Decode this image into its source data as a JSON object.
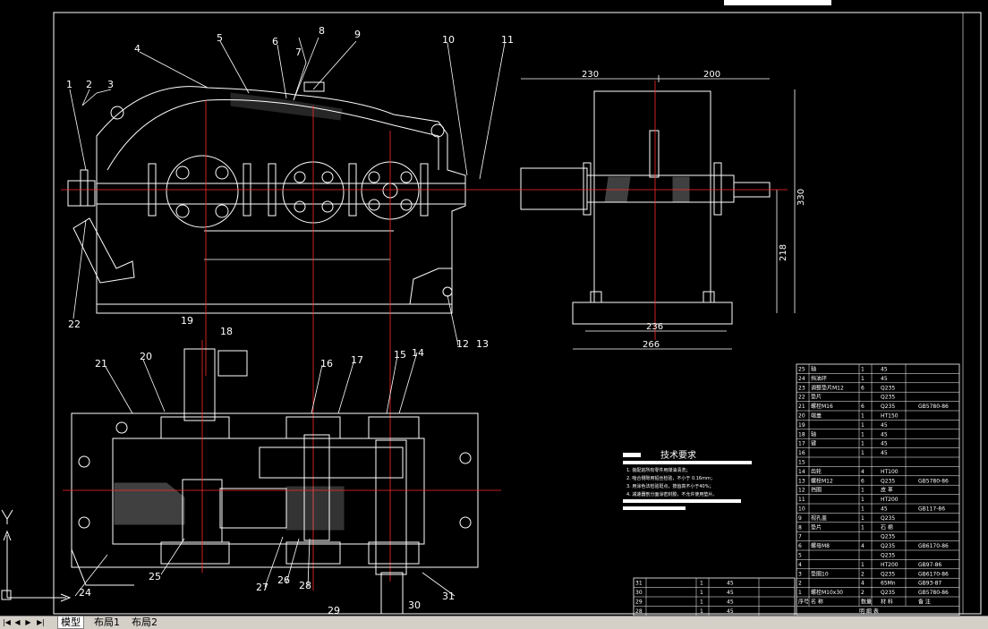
{
  "drawing": {
    "callouts": [
      "1",
      "2",
      "3",
      "4",
      "5",
      "6",
      "7",
      "8",
      "9",
      "10",
      "11",
      "12",
      "13",
      "14",
      "15",
      "16",
      "17",
      "18",
      "19",
      "20",
      "21",
      "22",
      "24",
      "25",
      "26",
      "27",
      "28",
      "29",
      "30",
      "31"
    ],
    "side_view_dims": {
      "left_width": "230",
      "right_width": "200",
      "total_height": "330",
      "shaft_height": "218",
      "base_inner": "236",
      "base_outer": "266"
    },
    "tech_title": "技术要求",
    "tech_notes": [
      "1. 装配前所有零件用煤油清洗；",
      "2. 啮合侧隙用铅丝检验，不小于 0.16mm；",
      "3. 用涂色法检验斑点，按齿高不小于40%；",
      "4. 减速器剖分面涂密封胶，不允许使用垫片。"
    ]
  },
  "bom_right": [
    [
      "25",
      "轴",
      "1",
      "45",
      ""
    ],
    [
      "24",
      "挡油环",
      "1",
      "45",
      ""
    ],
    [
      "23",
      "调整垫片M12",
      "6",
      "Q235",
      ""
    ],
    [
      "22",
      "垫片",
      "",
      "Q235",
      ""
    ],
    [
      "21",
      "螺栓M16",
      "6",
      "Q235",
      "GB5780-86"
    ],
    [
      "20",
      "端盖",
      "1",
      "HT150",
      ""
    ],
    [
      "19",
      "",
      "1",
      "45",
      ""
    ],
    [
      "18",
      "轴",
      "1",
      "45",
      ""
    ],
    [
      "17",
      "键",
      "1",
      "45",
      ""
    ],
    [
      "16",
      "",
      "1",
      "45",
      ""
    ],
    [
      "15",
      "",
      "",
      "",
      " "
    ],
    [
      "14",
      "齿轮",
      "4",
      "HT100",
      ""
    ],
    [
      "13",
      "螺栓M12",
      "6",
      "Q235",
      "GB5780-86"
    ],
    [
      "12",
      "挡圈",
      "1",
      "皮 革",
      ""
    ],
    [
      "11",
      "",
      "1",
      "HT200",
      ""
    ],
    [
      "10",
      "",
      "1",
      "45",
      "GB117-86"
    ],
    [
      "9",
      "视孔盖",
      "1",
      "Q235",
      ""
    ],
    [
      "8",
      "垫片",
      "1",
      "石 棉",
      ""
    ],
    [
      "7",
      "",
      "",
      "Q235",
      ""
    ],
    [
      "6",
      "螺母M8",
      "4",
      "Q235",
      "GB6170-86"
    ],
    [
      "5",
      "",
      "",
      "Q235",
      ""
    ],
    [
      "4",
      "",
      "1",
      "HT200",
      "GB97-86"
    ],
    [
      "3",
      "垫圈10",
      "2",
      "Q235",
      "GB6170-86"
    ],
    [
      "2",
      "",
      "4",
      "65Mn",
      "GB93-87"
    ],
    [
      "1",
      "螺栓M10x30",
      "2",
      "Q235",
      "GB5780-86"
    ]
  ],
  "bom_right_footer": [
    "序号",
    "名 称",
    "数量",
    "材 料",
    "备 注"
  ],
  "bom_right_footer2": "明 细 表",
  "bom_left": [
    [
      "31",
      "",
      "1",
      "45"
    ],
    [
      "30",
      "",
      "1",
      "45"
    ],
    [
      "29",
      "",
      "1",
      "45"
    ],
    [
      "28",
      "",
      "1",
      "45"
    ]
  ],
  "tabs": {
    "model": "模型",
    "layout1": "布局1",
    "layout2": "布局2"
  }
}
